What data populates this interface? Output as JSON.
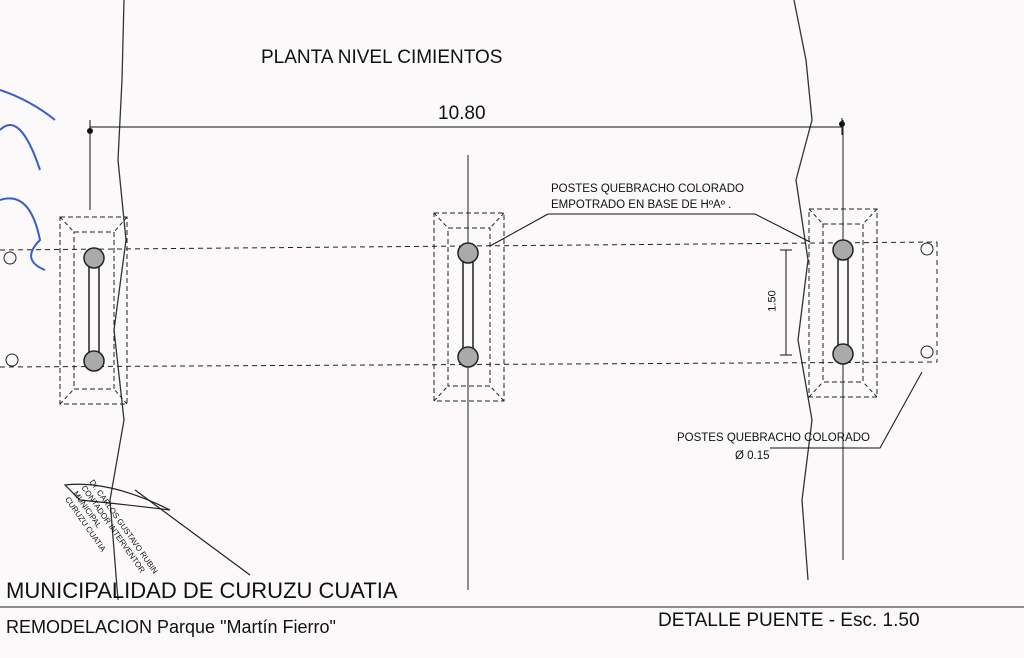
{
  "title": "PLANTA NIVEL CIMIENTOS",
  "dimension_total": "10.80",
  "dimension_width": "1.50",
  "note_top": [
    "POSTES QUEBRACHO COLORADO",
    "EMPOTRADO EN BASE DE HºAº ."
  ],
  "note_bottom": [
    "POSTES QUEBRACHO COLORADO",
    "Ø 0.15"
  ],
  "footer": {
    "institution": "MUNICIPALIDAD DE CURUZU CUATIA",
    "project": "REMODELACION Parque  \"Martín Fierro\"",
    "detail": "DETALLE PUENTE - Esc. 1.50"
  },
  "stamp": [
    "Dr. CARLOS GUSTAVO RUBIN",
    "CONTADOR INTERVENTOR",
    "MUNICIPAL",
    "CURUZU CUATIA"
  ],
  "colors": {
    "ink": "#111111",
    "signature": "#3a5ccc"
  }
}
